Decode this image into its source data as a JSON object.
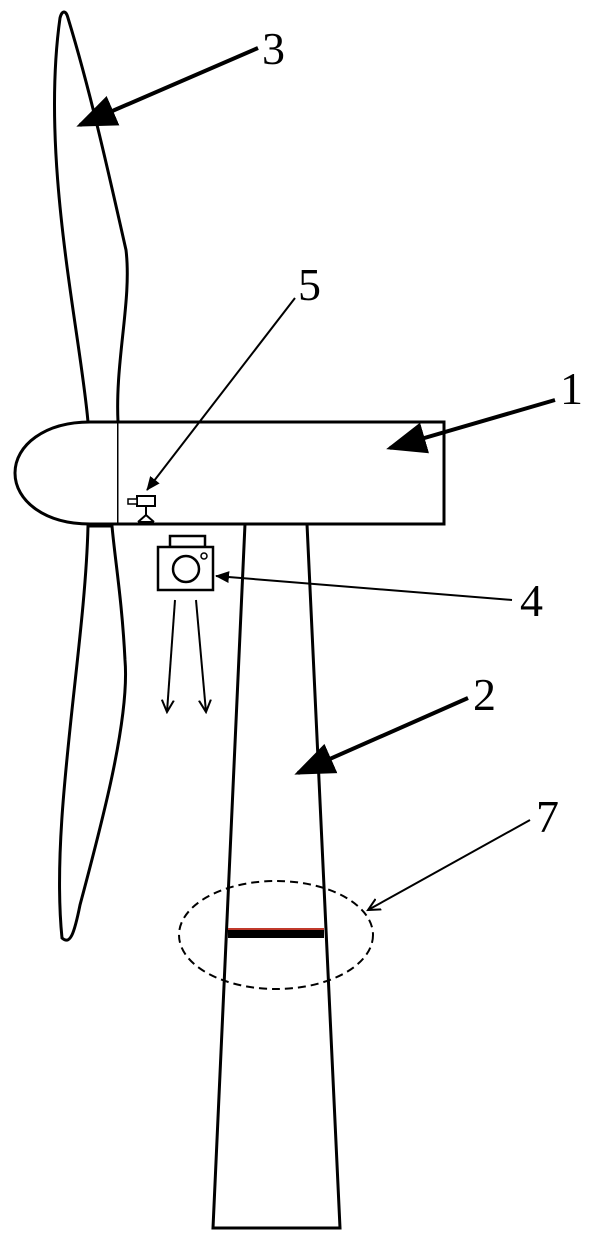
{
  "labels": {
    "nacelle": "1",
    "tower": "2",
    "blade": "3",
    "camera": "4",
    "laser_device": "5",
    "monitored_zone": "7"
  },
  "colors": {
    "stroke": "#000000",
    "background": "#ffffff",
    "marker_accent": "#c0392b"
  },
  "icons": {
    "camera": "camera-icon",
    "laser_device": "tripod-device-icon"
  }
}
